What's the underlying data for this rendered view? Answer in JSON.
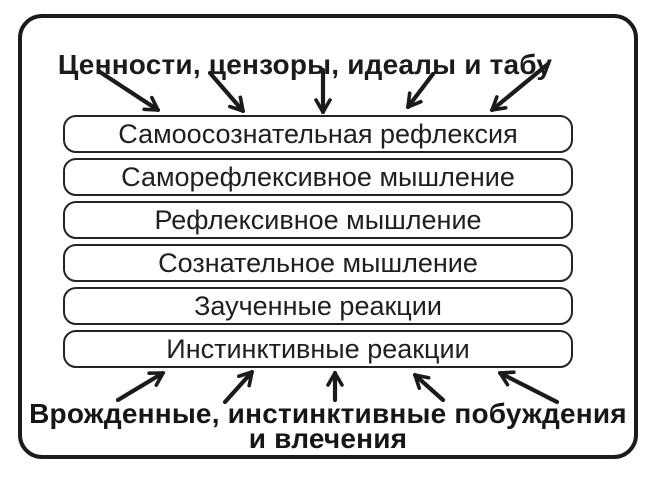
{
  "figure": {
    "title": "Ценности, цензоры, идеалы и табу",
    "levels": [
      "Самоосознательная рефлексия",
      "Саморефлексивное мышление",
      "Рефлексивное мышление",
      "Сознательное мышление",
      "Заученные реакции",
      "Инстинктивные реакции"
    ],
    "bottom_label": {
      "line1": "Врожденные, инстинктивные побуждения",
      "line2": "и влечения"
    },
    "icons": {
      "top_arrows": "arrow-down-icon",
      "bottom_arrows": "arrow-up-icon"
    },
    "colors": {
      "ink": "#1b1b1b",
      "background": "#ffffff"
    }
  }
}
